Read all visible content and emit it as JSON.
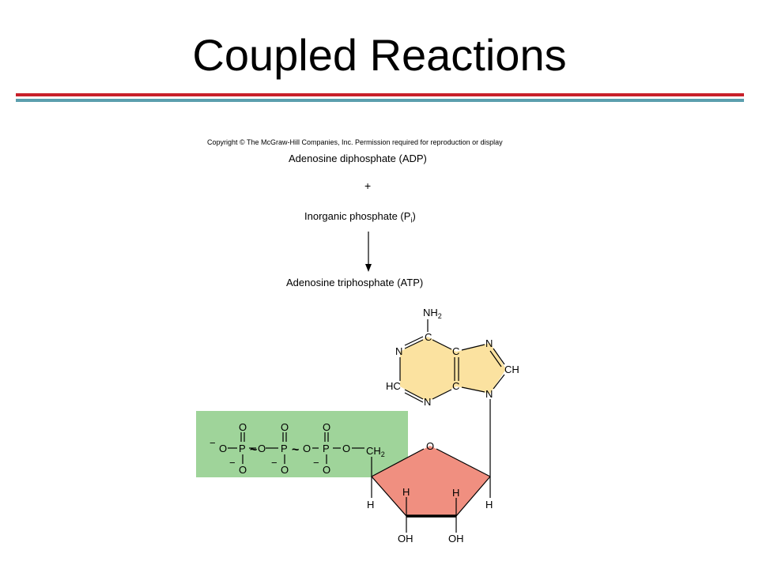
{
  "slide": {
    "title": "Coupled Reactions"
  },
  "figure": {
    "copyright": "Copyright © The McGraw-Hill Companies, Inc. Permission required for reproduction or display",
    "reactant_1": "Adenosine diphosphate (ADP)",
    "plus": "+",
    "reactant_2": "Inorganic phosphate (P",
    "reactant_2_sub": "i",
    "reactant_2_end": ")",
    "product": "Adenosine triphosphate (ATP)"
  },
  "colors": {
    "title_rule": "#c8202a",
    "sub_rule": "#5b9fae",
    "phosphate_box": "#9fd49a",
    "adenine_ring": "#fbe2a0",
    "ribose_ring": "#f08f80"
  },
  "atoms": {
    "nh2": "NH",
    "nh2_sub": "2",
    "c": "C",
    "n": "N",
    "hc": "HC",
    "ch": "CH",
    "o": "O",
    "p": "P",
    "minus": "−",
    "tilde": "~",
    "ch2": "CH",
    "ch2_sub": "2",
    "h": "H",
    "oh": "OH"
  }
}
